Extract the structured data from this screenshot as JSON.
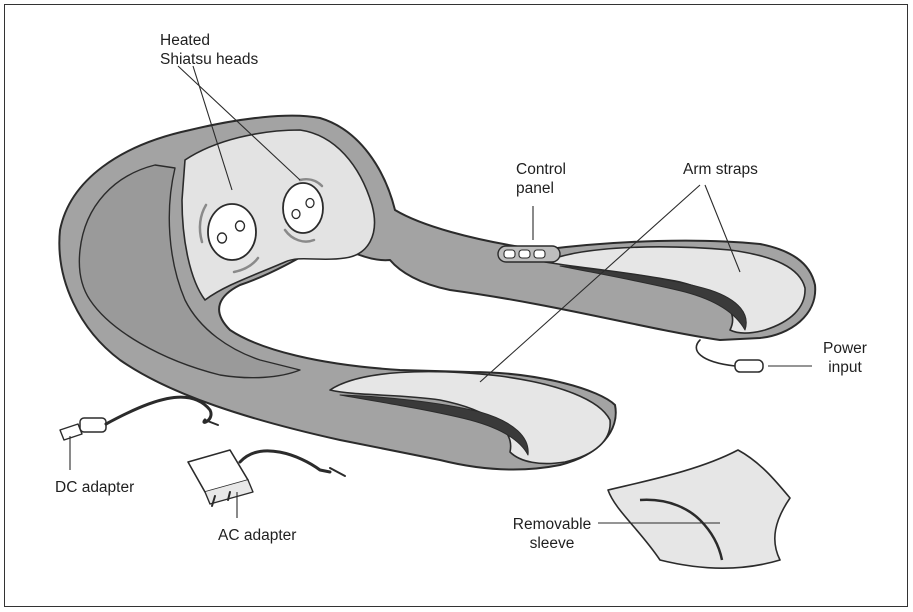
{
  "colors": {
    "outline": "#2b2b2b",
    "body_fill": "#9c9c9c",
    "light_fill": "#dcdcdc",
    "background": "#ffffff"
  },
  "labels": {
    "heated_line1": "Heated",
    "heated_line2": "Shiatsu heads",
    "control_line1": "Control",
    "control_line2": "panel",
    "arm_straps": "Arm straps",
    "power_line1": "Power",
    "power_line2": "input",
    "dc_adapter": "DC adapter",
    "ac_adapter": "AC adapter",
    "sleeve_line1": "Removable",
    "sleeve_line2": "sleeve"
  }
}
